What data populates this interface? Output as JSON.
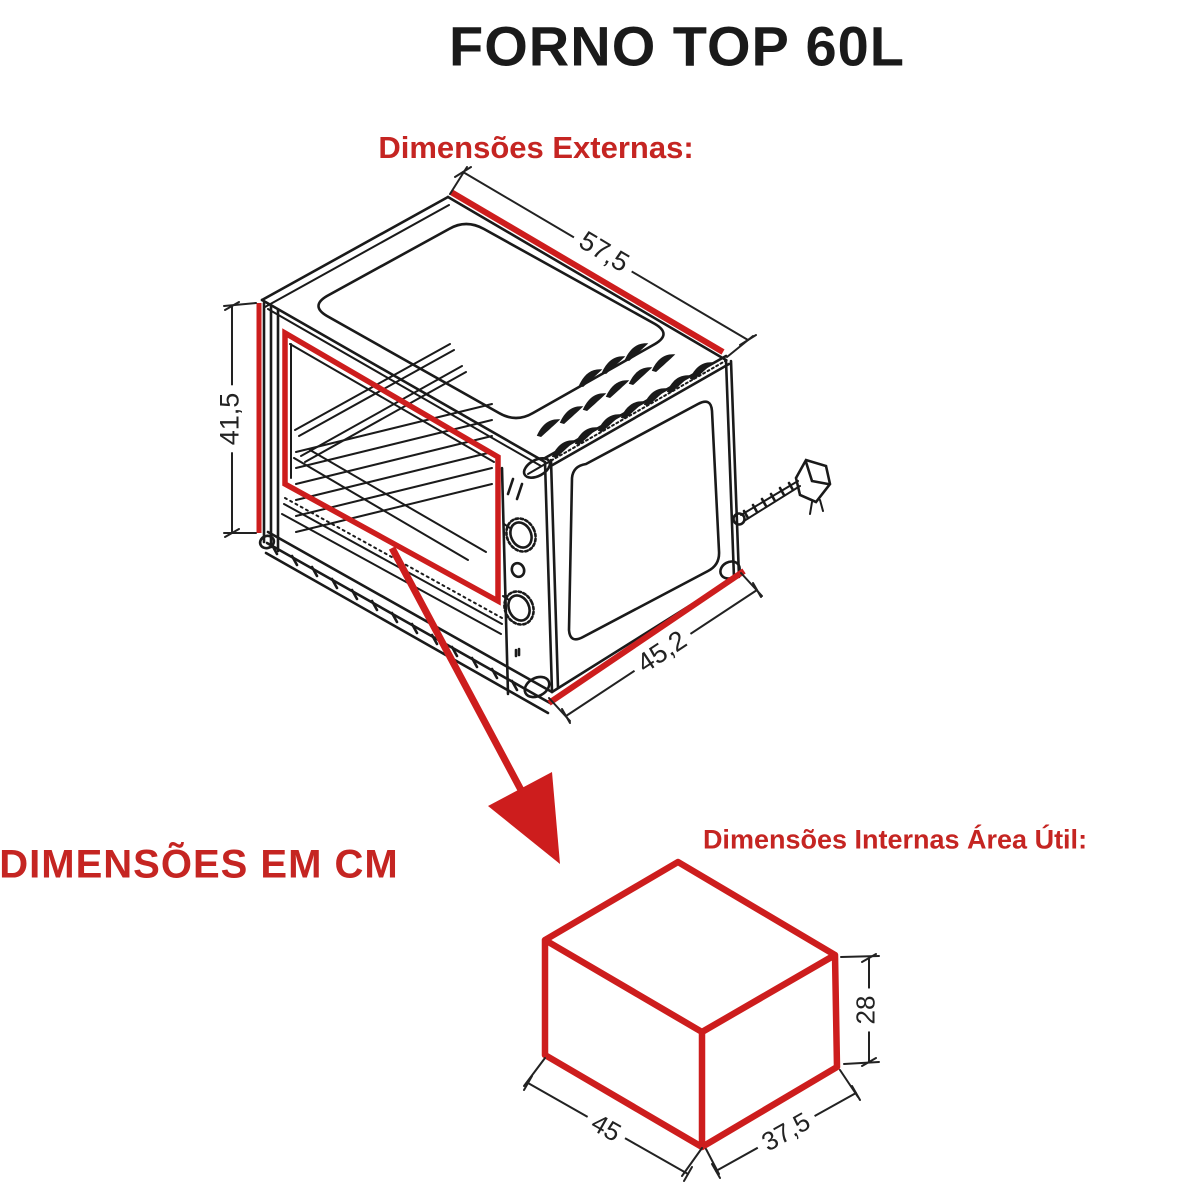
{
  "title": "FORNO TOP 60L",
  "units_note": "DIMENSÕES EM CM",
  "sections": {
    "external": {
      "label": "Dimensões Externas:",
      "dimensions": {
        "width_top": "57,5",
        "height_left": "41,5",
        "depth_bottom": "45,2"
      }
    },
    "internal": {
      "label": "Dimensões Internas Área Útil:",
      "dimensions": {
        "width_bottom": "45",
        "depth_bottom": "37,5",
        "height_right": "28"
      }
    }
  },
  "colors": {
    "highlight_red": "#cd1d1d",
    "text_red": "#c52522",
    "line_black": "#1a1a1a"
  }
}
